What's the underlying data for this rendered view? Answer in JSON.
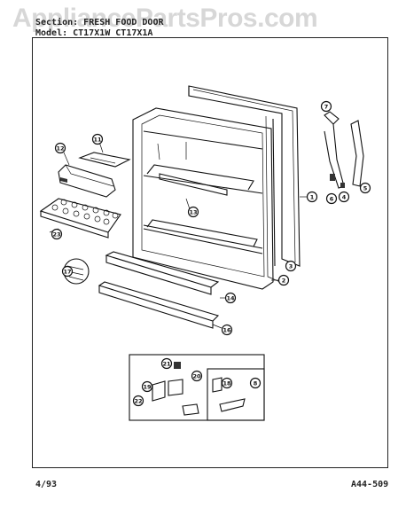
{
  "watermark": "AppliancePartsPros.com",
  "header": {
    "section_label": "Section:",
    "section_value": "FRESH FOOD DOOR",
    "model_label": "Model:",
    "model_value": "CT17X1W CT17X1A"
  },
  "footer": {
    "date": "4/93",
    "code": "A44-509"
  },
  "callouts": [
    "1",
    "2",
    "3",
    "4",
    "5",
    "6",
    "7",
    "8",
    "11",
    "12",
    "13",
    "14",
    "16",
    "17",
    "18",
    "19",
    "20",
    "21",
    "22",
    "23"
  ]
}
